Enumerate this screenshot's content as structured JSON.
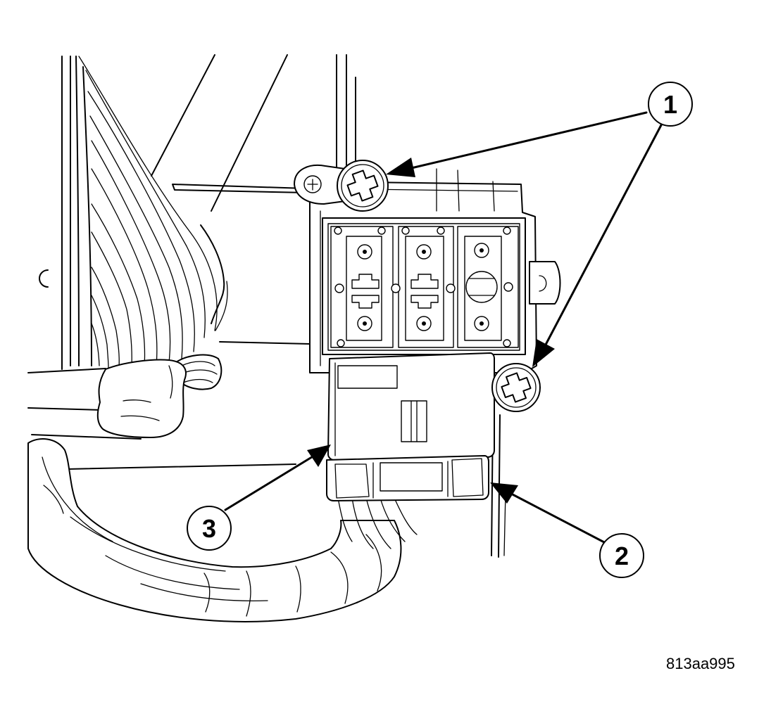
{
  "callouts": [
    {
      "label": "1"
    },
    {
      "label": "2"
    },
    {
      "label": "3"
    }
  ],
  "figure_id": "813aa995",
  "colors": {
    "line": "#000000",
    "background": "#ffffff"
  }
}
